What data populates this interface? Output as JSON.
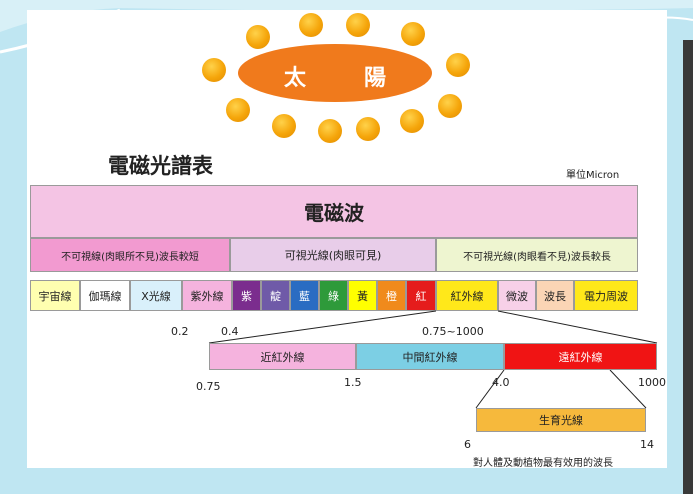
{
  "sun": {
    "label_1": "太",
    "label_2": "陽"
  },
  "title": "電磁光譜表",
  "unit": "單位Micron",
  "em_wave": "電磁波",
  "groups": {
    "invisible_short": "不可視線(肉眼所不見)波長較短",
    "visible": "可視光線(肉眼可見)",
    "invisible_long": "不可視光線(肉眼看不見)波長較長"
  },
  "bands": {
    "cosmic": "宇宙線",
    "gamma": "伽瑪線",
    "xray": "X光線",
    "uv": "紫外線",
    "infrared": "紅外線",
    "microwave": "微波",
    "wave": "波長",
    "power": "電力周波"
  },
  "visible_colors": [
    {
      "label": "紫",
      "color": "#7b2d8e"
    },
    {
      "label": "靛",
      "color": "#6f5aa8"
    },
    {
      "label": "藍",
      "color": "#2a6cc2"
    },
    {
      "label": "綠",
      "color": "#2e9a3a"
    },
    {
      "label": "黃",
      "color": "#ffff00"
    },
    {
      "label": "橙",
      "color": "#f08a1c"
    },
    {
      "label": "紅",
      "color": "#e51c1c"
    }
  ],
  "scale_top": {
    "a": "0.2",
    "b": "0.4",
    "c": "0.75~1000"
  },
  "ir_bands": {
    "near": "近紅外線",
    "mid": "中間紅外線",
    "far": "遠紅外線"
  },
  "ir_scale": {
    "a": "0.75",
    "b": "1.5",
    "c": "4.0",
    "d": "1000"
  },
  "growth": {
    "label": "生育光線",
    "min": "6",
    "max": "14",
    "note": "對人體及動植物最有效用的波長"
  }
}
